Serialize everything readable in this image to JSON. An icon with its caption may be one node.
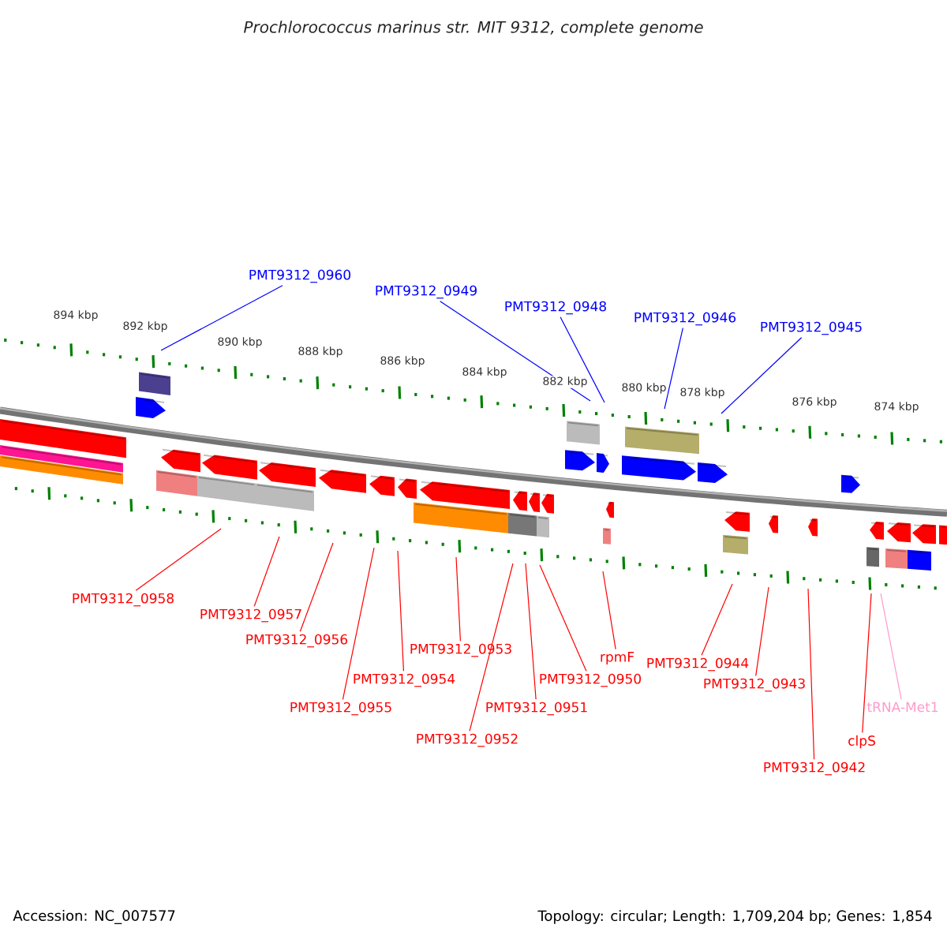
{
  "diagram": {
    "title": "Prochlorococcus marinus str. MIT 9312, complete genome",
    "nodes": [
      {
        "text": [
          "PMT9312_0960"
        ]
      },
      {
        "text": [
          "PMT9312_0949"
        ]
      },
      {
        "text": [
          "PMT9312_0948"
        ]
      },
      {
        "text": [
          "PMT9312_0946"
        ]
      },
      {
        "text": [
          "PMT9312_0945"
        ]
      },
      {
        "text": [
          "PMT9312_0958"
        ]
      },
      {
        "text": [
          "PMT9312_0957"
        ]
      },
      {
        "text": [
          "PMT9312_0956"
        ]
      },
      {
        "text": [
          "PMT9312_0953"
        ]
      },
      {
        "text": [
          "PMT9312_0954"
        ]
      },
      {
        "text": [
          "PMT9312_0955"
        ]
      },
      {
        "text": [
          "PMT9312_0950"
        ]
      },
      {
        "text": [
          "PMT9312_0951"
        ]
      },
      {
        "text": [
          "PMT9312_0952"
        ]
      },
      {
        "text": [
          "rpmF"
        ]
      },
      {
        "text": [
          "PMT9312_0944"
        ]
      },
      {
        "text": [
          "PMT9312_0943"
        ]
      },
      {
        "text": [
          "PMT9312_0942"
        ]
      },
      {
        "text": [
          "tRNA-Met1"
        ]
      },
      {
        "text": [
          "clpS"
        ]
      }
    ],
    "edges": [
      {
        "from": 0,
        "to": null,
        "arrow": "none",
        "color": "#0000ff"
      },
      {
        "from": 1,
        "to": null,
        "arrow": "none",
        "color": "#0000ff"
      },
      {
        "from": 2,
        "to": null,
        "arrow": "none",
        "color": "#0000ff"
      },
      {
        "from": 3,
        "to": null,
        "arrow": "none",
        "color": "#0000ff"
      },
      {
        "from": 4,
        "to": null,
        "arrow": "none",
        "color": "#0000ff"
      },
      {
        "from": 5,
        "to": null,
        "arrow": "none"
      },
      {
        "from": 6,
        "to": null,
        "arrow": "none"
      },
      {
        "from": 7,
        "to": null,
        "arrow": "none"
      },
      {
        "from": 8,
        "to": null,
        "arrow": "none"
      },
      {
        "from": 9,
        "to": null,
        "arrow": "none"
      },
      {
        "from": 10,
        "to": null,
        "arrow": "none"
      },
      {
        "from": 11,
        "to": null,
        "arrow": "none"
      },
      {
        "from": 12,
        "to": null,
        "arrow": "none"
      },
      {
        "from": 13,
        "to": null,
        "arrow": "none"
      },
      {
        "from": 14,
        "to": null,
        "arrow": "none"
      },
      {
        "from": 15,
        "to": null,
        "arrow": "none"
      },
      {
        "from": 16,
        "to": null,
        "arrow": "none"
      },
      {
        "from": 17,
        "to": null,
        "arrow": "none"
      },
      {
        "from": 18,
        "to": null,
        "arrow": "none",
        "color": "#ff99cc"
      },
      {
        "from": 19,
        "to": null,
        "arrow": "none"
      }
    ],
    "labels": [
      "894 kbp",
      "892 kbp",
      "890 kbp",
      "888 kbp",
      "886 kbp",
      "884 kbp",
      "882 kbp",
      "880 kbp",
      "878 kbp",
      "876 kbp",
      "874 kbp",
      "Accession: NC_007577",
      "Topology: circular; Length: 1,709,204 bp; Genes: 1,854"
    ]
  }
}
